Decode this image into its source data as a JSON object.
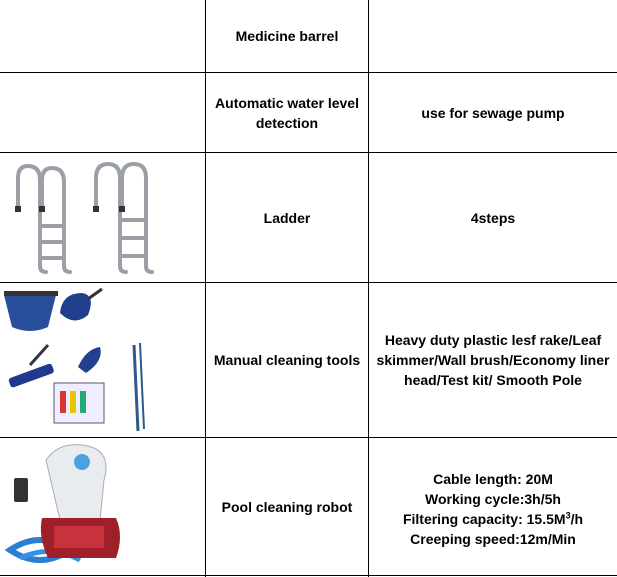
{
  "rows": [
    {
      "name": "Medicine barrel",
      "spec": ""
    },
    {
      "name": "Automatic water level detection",
      "spec": "use for sewage pump"
    },
    {
      "name": "Ladder",
      "spec": "4steps"
    },
    {
      "name": "Manual cleaning tools",
      "spec": "Heavy duty plastic lesf rake/Leaf skimmer/Wall brush/Economy liner head/Test kit/ Smooth Pole"
    },
    {
      "name": "Pool cleaning robot",
      "spec_lines": [
        "Cable length: 20M",
        "Working cycle:3h/5h",
        "Filtering capacity: 15.5M",
        "3",
        "/h",
        "Creeping speed:12m/Min"
      ]
    }
  ]
}
